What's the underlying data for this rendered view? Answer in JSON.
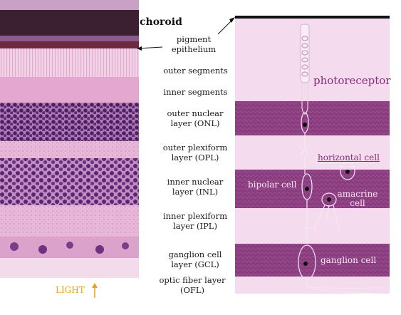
{
  "labels": {
    "choroid": "choroid",
    "pigment_epithelium": "pigment epithelium",
    "outer_segments": "outer segments",
    "inner_segments": "inner segments",
    "onl": "outer nuclear layer (ONL)",
    "opl": "outer plexiform layer (OPL)",
    "inl": "inner nuclear layer (INL)",
    "ipl": "inner plexiform layer (IPL)",
    "gcl": "ganglion cell layer (GCL)",
    "ofl": "optic fiber layer (OFL)",
    "light": "LIGHT"
  },
  "cells": {
    "photoreceptor": "photoreceptor",
    "horizontal": "horizontal cell",
    "bipolar": "bipolar cell",
    "amacrine": "amacrine cell",
    "ganglion": "ganglion cell"
  },
  "colors": {
    "stain_dark": "#5a2a6a",
    "stain_light": "#e6b6d8",
    "band_dark": "#8a3d7e",
    "band_light": "#f4dcee",
    "accent_text": "#8a2a7a",
    "light_label": "#e6a21b"
  }
}
